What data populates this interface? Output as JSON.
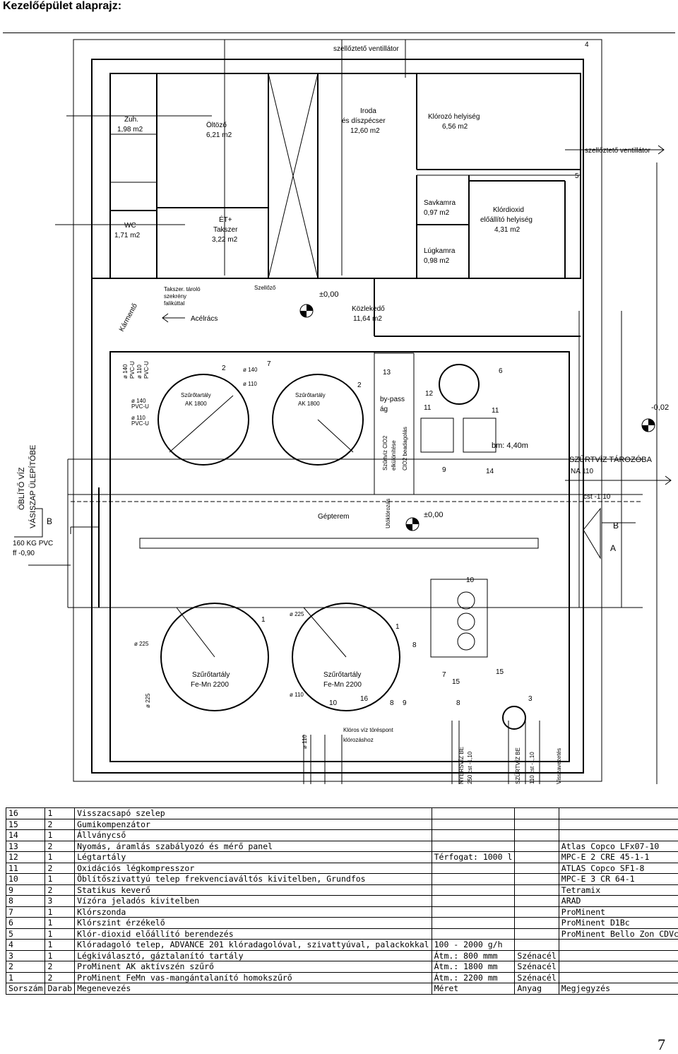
{
  "heading": "Kezelőépület alaprajz:",
  "page_number": "7",
  "rooms": {
    "zuh": "Zuh.",
    "zuh_area": "1,98 m2",
    "oltozo": "Öltöző",
    "oltozo_area": "6,21 m2",
    "iroda": "Iroda",
    "iroda2": "és díszpécser",
    "iroda_area": "12,60 m2",
    "klorozo": "Klórozó helyiség",
    "klorozo_area": "6,56 m2",
    "savkamra": "Savkamra",
    "savkamra_area": "0,97 m2",
    "klordioxid": "Klórdioxid",
    "klordioxid2": "előállító helyiség",
    "klordioxid_area": "4,31 m2",
    "lugkamra": "Lúgkamra",
    "lugkamra_area": "0,98 m2",
    "wc": "WC",
    "wc_area": "1,71 m2",
    "et": "ÉT+",
    "takszer": "Takszer",
    "takszer_area": "3,22 m2",
    "kozlekedo": "Közlekedő",
    "kozlekedo_area": "11,64 m2",
    "gepterem": "Gépterem"
  },
  "labels": {
    "szellozteto_top": "szellőztető ventillátor",
    "szellozteto_right": "szellőztető ventillátor",
    "karmento": "Kármentő",
    "acelracs": "Acélrács",
    "takszer_note1": "Takszer. tároló",
    "takszer_note2": "szekrény",
    "takszer_note3": "falikúttal",
    "szellozo": "Szellőző",
    "level_zero_top": "±0,00",
    "level_zero_mid": "±0,00",
    "level_minus": "-0,02",
    "bm": "bm: 4,40m",
    "szurtviz_tarozoba": "SZŰRTVÍZ TÁROZÓBA",
    "na110": "NA 110",
    "cst": "cst -1,10",
    "obl_1": "ÖBLÍTŐ VÍZ",
    "obl_2": "VÁSISZAP ÜLEPÍTŐBE",
    "kg_pvc": "160 KG PVC",
    "ff": "ff -0,90",
    "section_b_left": "B",
    "section_b_right": "B",
    "section_a_right": "A",
    "bypass": "by-pass",
    "ag": "ág",
    "szurtviz_clo2": "Szűrtvíz ClO2",
    "clo2_beadagolas": "ClO2 beadagolás",
    "elokiloras": "elkülönítése",
    "utoklorozas": "Utóklórozás",
    "kloros_viz": "Klóros víz töréspont",
    "klorozashoz": "klórozáshoz",
    "nyersviz_be": "NYERSVÍZ BE",
    "cst_250": "250 cst -1,10",
    "szurtviz_be": "SZŰRTVÍZ BE",
    "cst_110": "110 cst -1,10",
    "visszavezetes": "Visszavezetés"
  },
  "tanks": {
    "t1": "Szűrőtartály",
    "t1b": "AK 1800",
    "t2": "Szűrőtartály",
    "t2b": "AK 1800",
    "t3": "Szűrőtartály",
    "t3b": "Fe-Mn 2200",
    "t4": "Szűrőtartály",
    "t4b": "Fe-Mn 2200"
  },
  "pipes": {
    "p140a": "ø 140",
    "pvc_a": "PVC-U",
    "p110a": "ø 110",
    "pvc_b": "PVC-U",
    "p140b": "ø 140",
    "pvc_c": "PVC-U",
    "p110b": "ø 110",
    "pvc_d": "PVC-U",
    "p140c": "ø 140",
    "p110c": "ø 110",
    "p225a": "ø 225",
    "p225b": "ø 225",
    "p225c": "ø 225",
    "p110d": "ø 110",
    "p110e": "ø 110"
  },
  "callouts": [
    "1",
    "1",
    "2",
    "2",
    "3",
    "4",
    "5",
    "6",
    "7",
    "7",
    "8",
    "8",
    "8",
    "9",
    "9",
    "10",
    "10",
    "11",
    "11",
    "12",
    "13",
    "14",
    "15",
    "15",
    "16"
  ],
  "parts_table": {
    "rows": [
      [
        "16",
        "1",
        "Visszacsapó szelep",
        "",
        "",
        ""
      ],
      [
        "15",
        "2",
        "Gumikompenzátor",
        "",
        "",
        ""
      ],
      [
        "14",
        "1",
        "Állványcső",
        "",
        "",
        ""
      ],
      [
        "13",
        "2",
        "Nyomás, áramlás szabályozó és mérő panel",
        "",
        "",
        "Atlas Copco LFx07-10"
      ],
      [
        "12",
        "1",
        "Légtartály",
        "Térfogat: 1000 l",
        "",
        "MPC-E 2 CRE 45-1-1"
      ],
      [
        "11",
        "2",
        "Oxidációs légkompresszor",
        "",
        "",
        "ATLAS Copco SF1-8"
      ],
      [
        "10",
        "1",
        "Öblítőszivattyú telep frekvenciaváltós kivitelben, Grundfos",
        "",
        "",
        "MPC-E 3 CR 64-1"
      ],
      [
        "9",
        "2",
        "Statikus keverő",
        "",
        "",
        "Tetramix"
      ],
      [
        "8",
        "3",
        "Vízóra jeladós kivitelben",
        "",
        "",
        "ARAD"
      ],
      [
        "7",
        "1",
        "Klórszonda",
        "",
        "",
        "ProMinent"
      ],
      [
        "6",
        "1",
        "Klórszint érzékelő",
        "",
        "",
        "ProMinent D1Bc"
      ],
      [
        "5",
        "1",
        "Klór-dioxid előállító berendezés",
        "",
        "",
        "ProMinent Bello Zon CDVc"
      ],
      [
        "4",
        "1",
        "Klóradagoló telep, ADVANCE 201 klóradagolóval, szivattyúval, palackokkal",
        "100 - 2000 g/h",
        "",
        ""
      ],
      [
        "3",
        "1",
        "Légkiválasztó, gáztalanító tartály",
        "Átm.: 800 mmm",
        "Szénacél",
        ""
      ],
      [
        "2",
        "2",
        "ProMinent AK aktívszén szűrő",
        "Átm.: 1800 mm",
        "Szénacél",
        ""
      ],
      [
        "1",
        "2",
        "ProMinent FeMn vas-mangántalanító homokszűrő",
        "Átm.: 2200 mm",
        "Szénacél",
        ""
      ],
      [
        "Sorszám",
        "Darab",
        "Megenevezés",
        "Méret",
        "Anyag",
        "Megjegyzés"
      ]
    ]
  }
}
